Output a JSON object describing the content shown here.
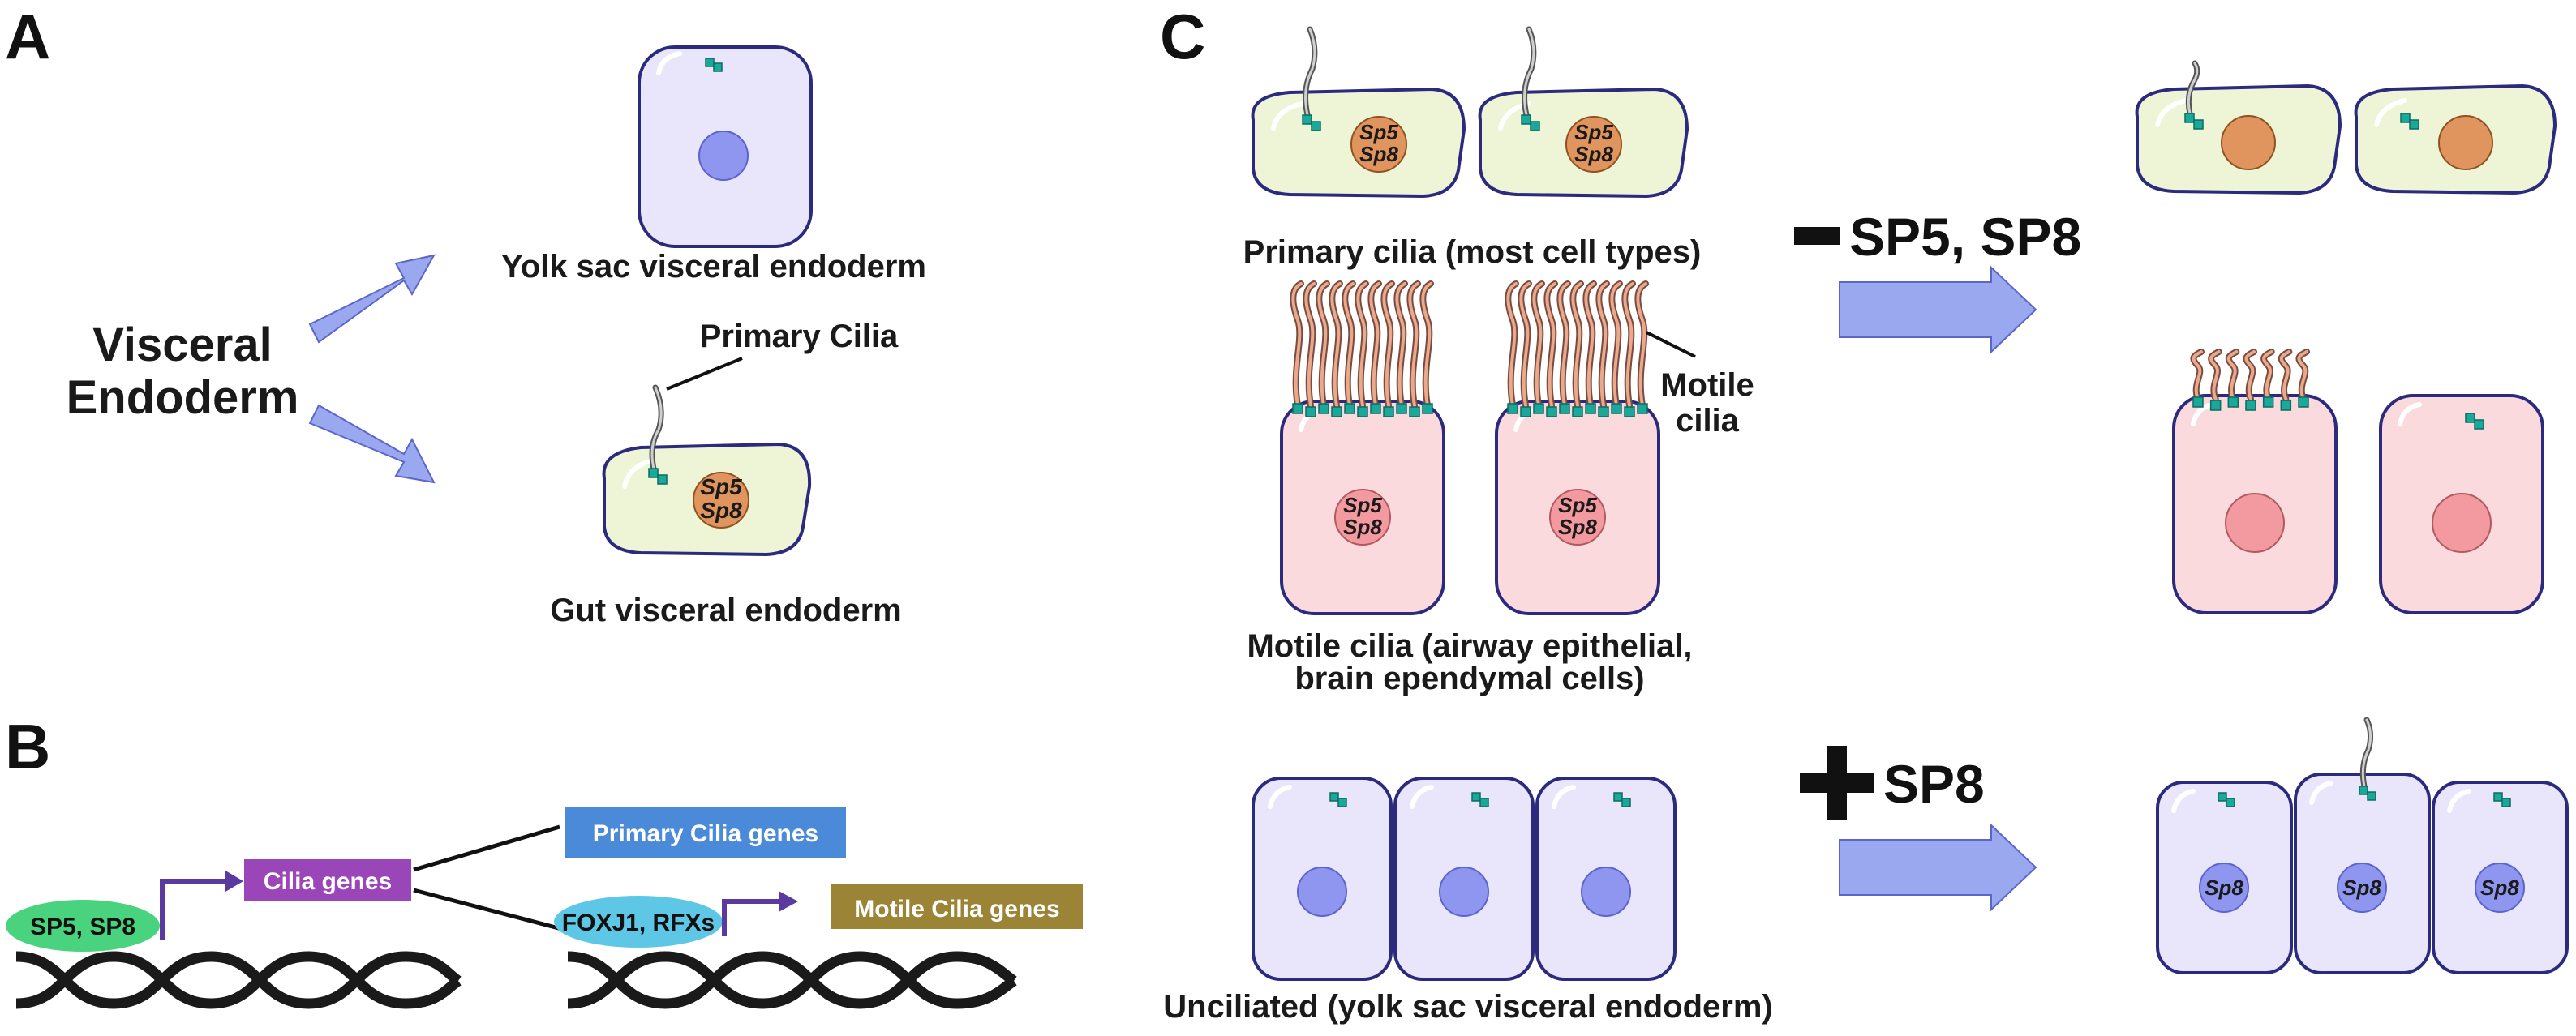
{
  "panels": {
    "a": "A",
    "b": "B",
    "c": "C"
  },
  "panel_a": {
    "source": [
      "Visceral",
      "Endoderm"
    ],
    "yolk_sac_label": "Yolk sac visceral endoderm",
    "gut_label": "Gut visceral endoderm",
    "primary_cilia_label": "Primary Cilia",
    "nucleus_text": [
      "Sp5",
      "Sp8"
    ]
  },
  "panel_b": {
    "tf_label": "SP5, SP8",
    "cilia_genes": "Cilia genes",
    "primary_cilia_genes": "Primary Cilia genes",
    "foxj1_label": "FOXJ1, RFXs",
    "motile_cilia_genes": "Motile Cilia genes"
  },
  "panel_c": {
    "primary_caption": "Primary cilia (most cell types)",
    "motile_label": [
      "Motile",
      "cilia"
    ],
    "motile_caption": [
      "Motile cilia (airway epithelial,",
      "brain ependymal cells)"
    ],
    "unciliated_caption": "Unciliated (yolk sac visceral endoderm)",
    "minus_label": "SP5, SP8",
    "plus_label": "SP8",
    "nucleus_text": [
      "Sp5",
      "Sp8"
    ],
    "sp8_nucleus": "Sp8"
  },
  "colors": {
    "yolk_cell_fill": "#e9e6fb",
    "yolk_nucleus": "#8f96ef",
    "gut_cell_fill": "#eef5d6",
    "gut_nucleus": "#e0955f",
    "motile_cell_fill": "#fadadc",
    "motile_nucleus": "#f29aa0",
    "cell_outline": "#2c2a7d",
    "basal_body": "#1aa89a",
    "arrow_fill": "#9aa8f0",
    "tf_oval": "#49d37e",
    "cilia_genes_box": "#9a45b8",
    "primary_genes_box": "#4a8ad8",
    "foxj1_oval": "#5ec7e6",
    "motile_genes_box": "#9c8436",
    "pathway_arrow": "#5b3aa0"
  }
}
